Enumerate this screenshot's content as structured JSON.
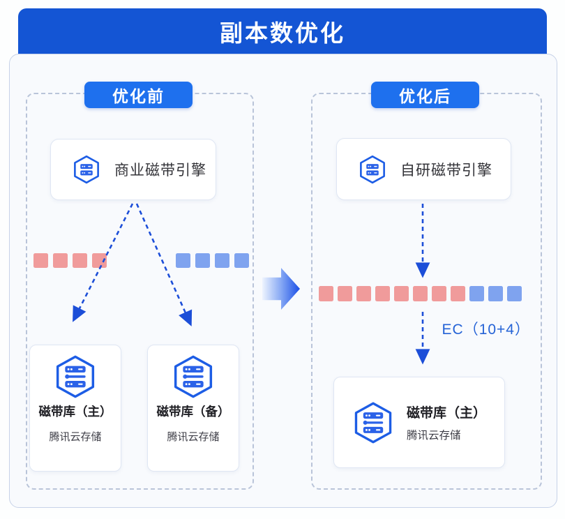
{
  "title": "副本数优化",
  "colors": {
    "header_blue": "#1455d4",
    "chip_blue": "#1e70ee",
    "replica_red": "#f09b9b",
    "replica_blue": "#7fa3ef",
    "arrow_blue": "#1c4ed8",
    "icon_blue": "#1d5de5",
    "server_bar_blue": "#2b62e8",
    "ec_text_blue": "#2563d6"
  },
  "before": {
    "label": "优化前",
    "engine_name": "商业磁带引擎",
    "red_count": 4,
    "blue_count": 4,
    "libraries": [
      {
        "name": "磁带库（主）",
        "subtitle": "腾讯云存储"
      },
      {
        "name": "磁带库（备）",
        "subtitle": "腾讯云存储"
      }
    ]
  },
  "after": {
    "label": "优化后",
    "engine_name": "自研磁带引擎",
    "red_count": 8,
    "blue_count": 3,
    "ec_label": "EC（10+4）",
    "library": {
      "name": "磁带库（主）",
      "subtitle": "腾讯云存储"
    }
  }
}
